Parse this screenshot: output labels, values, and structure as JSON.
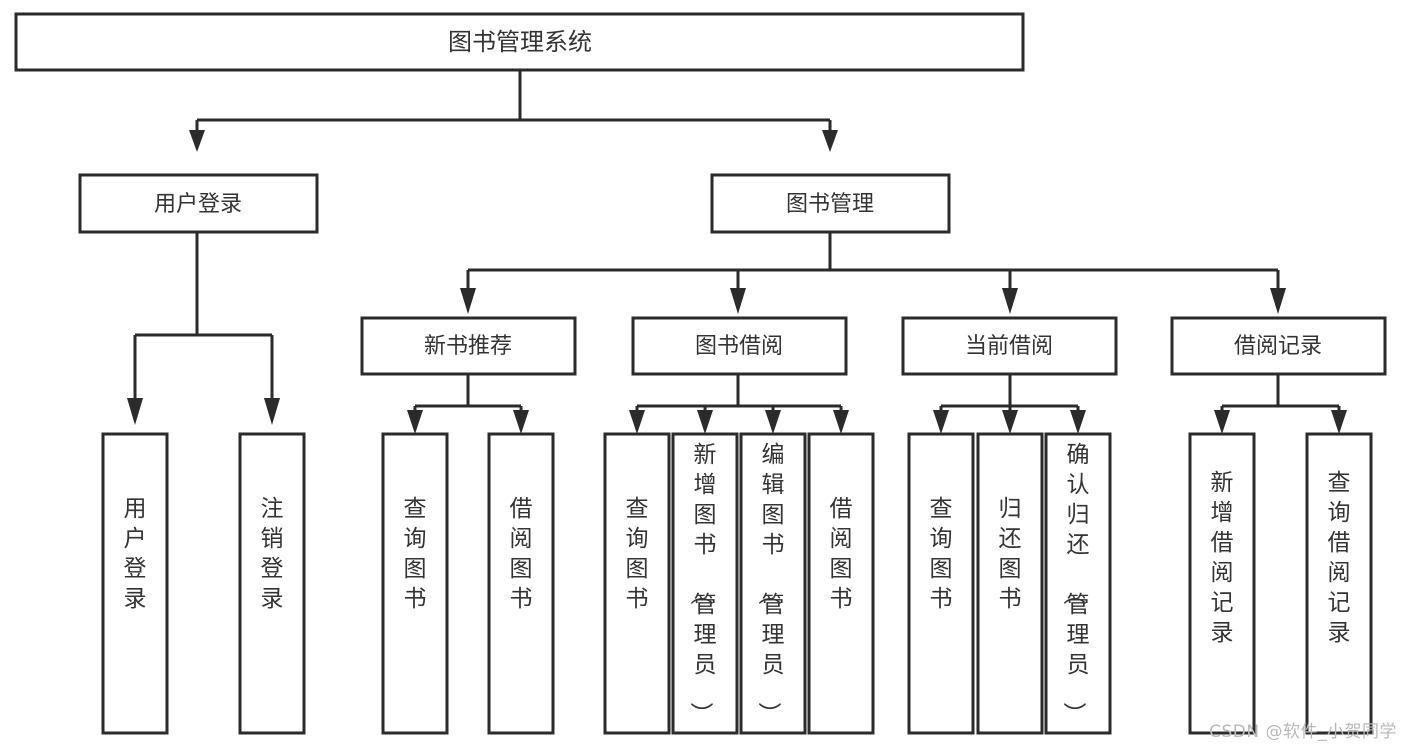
{
  "diagram": {
    "type": "tree-hierarchy",
    "title": "图书管理系统",
    "watermark": "CSDN @软件_小贺同学",
    "colors": {
      "background": "#ffffff",
      "stroke": "#2b2b2b",
      "text": "#333333",
      "watermark": "#b9b9b9"
    },
    "root": {
      "label": "图书管理系统"
    },
    "level2": [
      {
        "label": "用户登录"
      },
      {
        "label": "图书管理"
      }
    ],
    "level3": [
      {
        "label": "新书推荐"
      },
      {
        "label": "图书借阅"
      },
      {
        "label": "当前借阅"
      },
      {
        "label": "借阅记录"
      }
    ],
    "leaves": {
      "user_login": [
        {
          "label": "用户登录"
        },
        {
          "label": "注销登录"
        }
      ],
      "new_book_recommend": [
        {
          "label": "查询图书"
        },
        {
          "label": "借阅图书"
        }
      ],
      "book_borrow": [
        {
          "label": "查询图书"
        },
        {
          "label": "新增图书（管理员）"
        },
        {
          "label": "编辑图书（管理员）"
        },
        {
          "label": "借阅图书"
        }
      ],
      "current_borrow": [
        {
          "label": "查询图书"
        },
        {
          "label": "归还图书"
        },
        {
          "label": "确认归还（管理员）"
        }
      ],
      "borrow_record": [
        {
          "label": "新增借阅记录"
        },
        {
          "label": "查询借阅记录"
        }
      ]
    }
  }
}
